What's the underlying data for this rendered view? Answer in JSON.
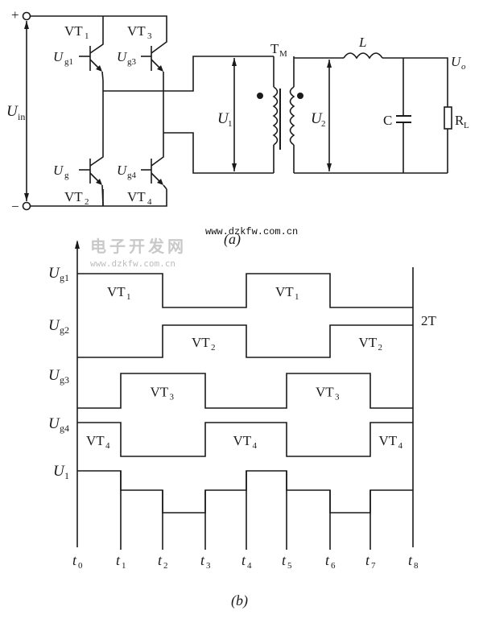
{
  "circuit_a": {
    "caption": "(a)",
    "input_plus": "+",
    "input_minus": "−",
    "input_voltage": {
      "main": "U",
      "sub": "in"
    },
    "transistors": [
      {
        "id": "VT1",
        "label_main": "VT",
        "label_sub": "1",
        "gate_main": "U",
        "gate_sub": "g1"
      },
      {
        "id": "VT2",
        "label_main": "VT",
        "label_sub": "2",
        "gate_main": "U",
        "gate_sub": "g"
      },
      {
        "id": "VT3",
        "label_main": "VT",
        "label_sub": "3",
        "gate_main": "U",
        "gate_sub": "g3"
      },
      {
        "id": "VT4",
        "label_main": "VT",
        "label_sub": "4",
        "gate_main": "U",
        "gate_sub": "g4"
      }
    ],
    "transformer": {
      "main": "T",
      "sub": "M"
    },
    "primary_voltage": {
      "main": "U",
      "sub": "1"
    },
    "secondary_voltage": {
      "main": "U",
      "sub": "2"
    },
    "inductor": "L",
    "capacitor": "C",
    "load": {
      "main": "R",
      "sub": "L"
    },
    "output_voltage": {
      "main": "U",
      "sub": "o"
    }
  },
  "watermark": {
    "url_top": "www.dzkfw.com.cn",
    "cn_text": "电子开发网",
    "url": "www.dzkfw.com.cn"
  },
  "timing_b": {
    "caption": "(b)",
    "period_label": "2T",
    "time_labels": [
      {
        "main": "t",
        "sub": "0"
      },
      {
        "main": "t",
        "sub": "1"
      },
      {
        "main": "t",
        "sub": "2"
      },
      {
        "main": "t",
        "sub": "3"
      },
      {
        "main": "t",
        "sub": "4"
      },
      {
        "main": "t",
        "sub": "5"
      },
      {
        "main": "t",
        "sub": "6"
      },
      {
        "main": "t",
        "sub": "7"
      },
      {
        "main": "t",
        "sub": "8"
      }
    ],
    "signals": [
      {
        "name_main": "U",
        "name_sub": "g1",
        "pulse_label_main": "VT",
        "pulse_label_sub": "1",
        "pulses": [
          [
            0,
            2
          ],
          [
            4,
            6
          ]
        ]
      },
      {
        "name_main": "U",
        "name_sub": "g2",
        "pulse_label_main": "VT",
        "pulse_label_sub": "2",
        "pulses": [
          [
            2,
            4
          ],
          [
            6,
            8
          ]
        ]
      },
      {
        "name_main": "U",
        "name_sub": "g3",
        "pulse_label_main": "VT",
        "pulse_label_sub": "3",
        "pulses": [
          [
            1,
            3
          ],
          [
            5,
            7
          ]
        ]
      },
      {
        "name_main": "U",
        "name_sub": "g4",
        "pulse_label_main": "VT",
        "pulse_label_sub": "4",
        "pulses": [
          [
            0,
            1
          ],
          [
            3,
            5
          ],
          [
            7,
            8
          ]
        ]
      }
    ],
    "output": {
      "name_main": "U",
      "name_sub": "1",
      "levels_by_interval": [
        1,
        0.5,
        -0.5,
        0.5,
        1,
        0.5,
        -0.5,
        0.5
      ]
    }
  }
}
